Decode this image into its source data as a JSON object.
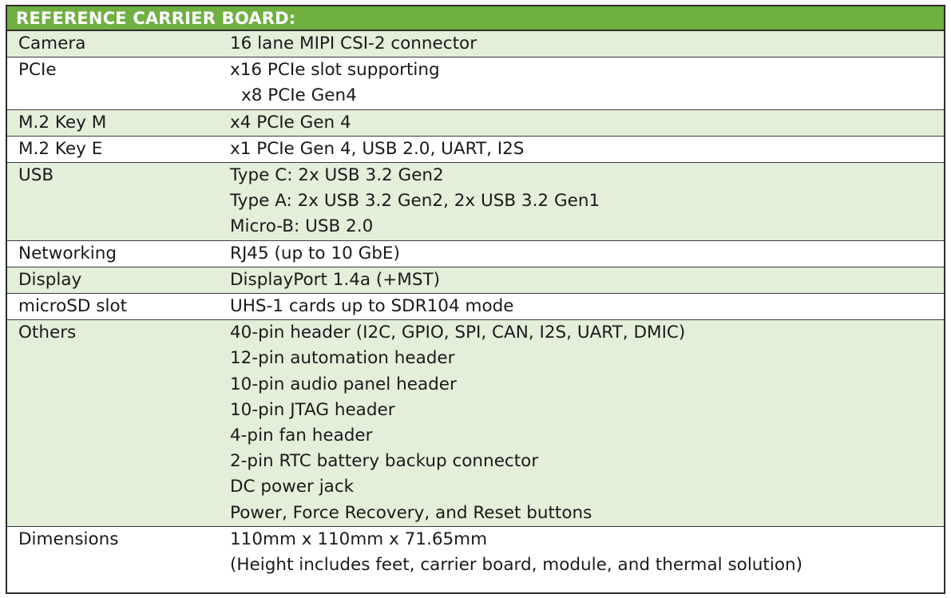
{
  "table": {
    "title": "REFERENCE CARRIER BOARD:",
    "rows": [
      {
        "label": "Camera",
        "shaded": true,
        "lines": [
          "16 lane MIPI CSI-2 connector"
        ]
      },
      {
        "label": "PCIe",
        "shaded": false,
        "lines": [
          "x16 PCIe slot supporting",
          "x8 PCIe Gen4"
        ]
      },
      {
        "label": "M.2 Key M",
        "shaded": true,
        "lines": [
          "x4 PCIe Gen 4"
        ]
      },
      {
        "label": "M.2 Key E",
        "shaded": false,
        "lines": [
          "x1 PCIe Gen 4, USB 2.0, UART, I2S"
        ]
      },
      {
        "label": "USB",
        "shaded": true,
        "lines": [
          "Type C: 2x USB 3.2 Gen2",
          "Type A: 2x USB 3.2 Gen2, 2x USB 3.2 Gen1",
          "Micro-B: USB 2.0"
        ]
      },
      {
        "label": "Networking",
        "shaded": false,
        "lines": [
          "RJ45 (up to 10 GbE)"
        ]
      },
      {
        "label": "Display",
        "shaded": true,
        "lines": [
          "DisplayPort 1.4a (+MST)"
        ]
      },
      {
        "label": "microSD slot",
        "shaded": false,
        "lines": [
          "UHS-1 cards up to SDR104 mode"
        ]
      },
      {
        "label": "Others",
        "shaded": true,
        "lines": [
          "40-pin header (I2C, GPIO, SPI, CAN, I2S, UART, DMIC)",
          "12-pin automation header",
          "10-pin audio panel header",
          "10-pin JTAG header",
          "4-pin fan header",
          "2-pin RTC battery backup connector",
          "DC power jack",
          "Power, Force Recovery, and Reset buttons"
        ]
      },
      {
        "label": "Dimensions",
        "shaded": false,
        "lines": [
          "110mm x 110mm x 71.65mm",
          "(Height includes feet, carrier board, module, and thermal solution)"
        ]
      }
    ],
    "colors": {
      "header_bg": "#6fb041",
      "shaded_row_bg": "#e3efd9",
      "plain_row_bg": "#ffffff",
      "border": "#2b2b2b"
    }
  }
}
